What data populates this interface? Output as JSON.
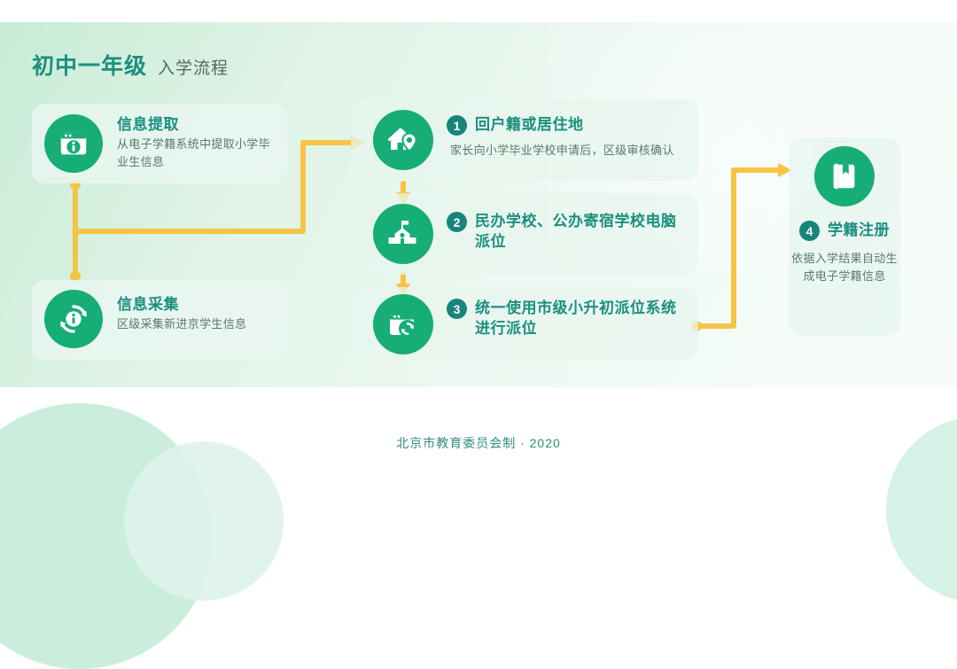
{
  "header": {
    "title_main": "初中一年级",
    "title_sub": "入学流程"
  },
  "colors": {
    "brand_green": "#16ad77",
    "heading_teal": "#1b8f7f",
    "badge_teal": "#18857c",
    "connector_yellow": "#f6c445",
    "panel_top": "#c8ecd6",
    "card_bg": "#e9f7f0"
  },
  "left_cards": [
    {
      "icon": "browser-info-icon",
      "title": "信息提取",
      "desc": "从电子学籍系统中提取小学毕业生信息"
    },
    {
      "icon": "refresh-info-icon",
      "title": "信息采集",
      "desc": "区级采集新进京学生信息"
    }
  ],
  "steps": [
    {
      "number": "1",
      "icon": "home-location-icon",
      "title": "回户籍或居住地",
      "desc": "家长向小学毕业学校申请后，区级审核确认"
    },
    {
      "number": "2",
      "icon": "school-building-icon",
      "title": "民办学校、公办寄宿学校电脑派位",
      "desc": ""
    },
    {
      "number": "3",
      "icon": "browser-refresh-icon",
      "title": "统一使用市级小升初派位系统进行派位",
      "desc": ""
    },
    {
      "number": "4",
      "icon": "book-bookmark-icon",
      "title": "学籍注册",
      "desc": "依据入学结果自动生成电子学籍信息"
    }
  ],
  "footer": {
    "text": "北京市教育委员会制 · 2020"
  }
}
